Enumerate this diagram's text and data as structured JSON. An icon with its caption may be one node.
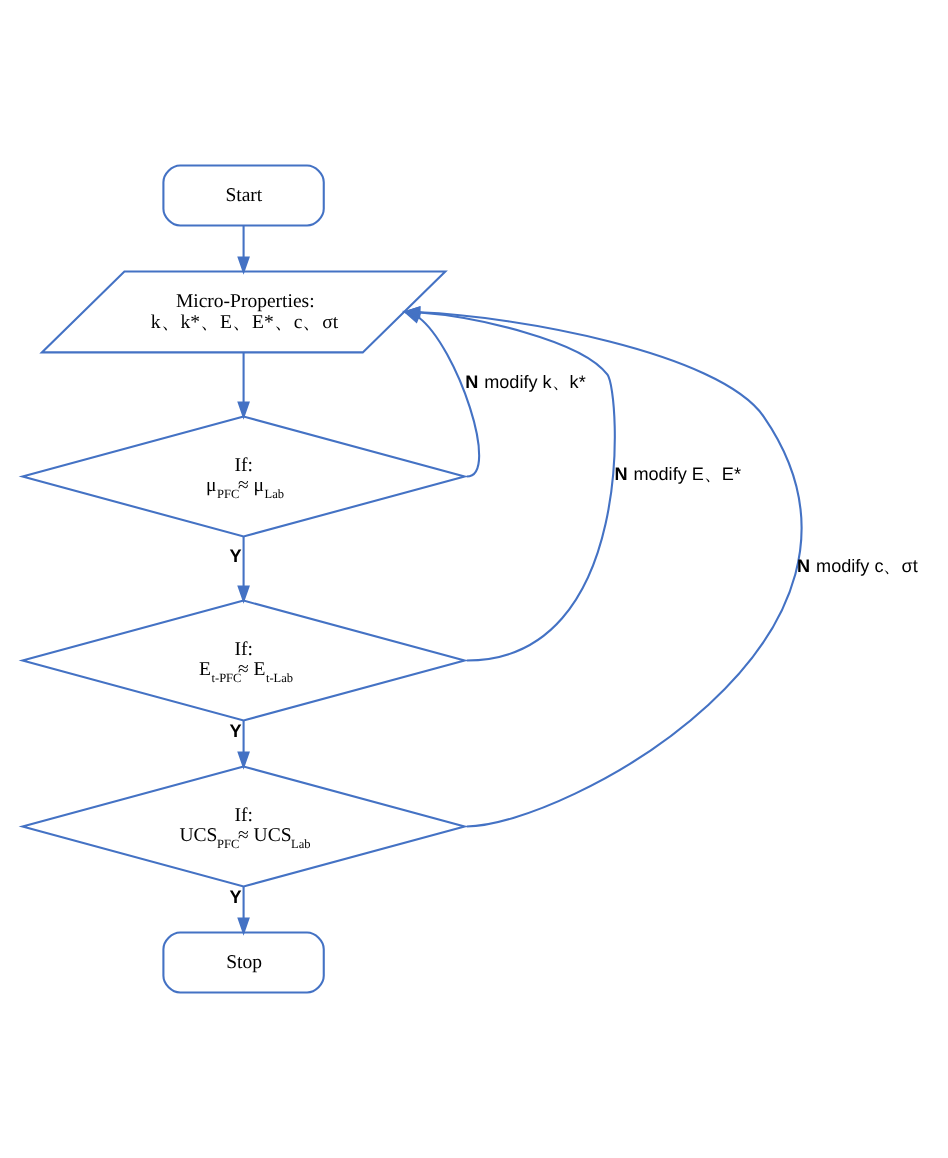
{
  "diagram": {
    "nodes": [
      {
        "text": [
          "Start"
        ]
      },
      {
        "text": [
          "Micro-Properties:",
          "k、k*、E、E*、c、σt"
        ]
      },
      {
        "text": [
          "If:",
          "μ$_{PFC}$≈ μ$_{Lab}$"
        ]
      },
      {
        "text": [
          "If:",
          "E$_{t-PFC}$≈ E$_{t-Lab}$"
        ]
      },
      {
        "text": [
          "If:",
          "UCS$_{PFC}$≈ UCS$_{Lab}$"
        ]
      },
      {
        "text": [
          "Stop"
        ]
      }
    ],
    "edges": [
      {
        "from": 0,
        "to": 1,
        "arrow": "to"
      },
      {
        "from": 1,
        "to": 2,
        "arrow": "to"
      },
      {
        "from": 2,
        "to": 3,
        "arrow": "to",
        "label": "**Y**"
      },
      {
        "from": 3,
        "to": 4,
        "arrow": "to",
        "label": "**Y**"
      },
      {
        "from": 4,
        "to": 5,
        "arrow": "to",
        "label": "**Y**"
      },
      {
        "from": 2,
        "to": 1,
        "arrow": "to",
        "label": "**N**  modify k、k*"
      },
      {
        "from": 3,
        "to": 1,
        "arrow": "to",
        "label": "**N**  modify E、E*"
      },
      {
        "from": 4,
        "to": 1,
        "arrow": "to",
        "label": "**N**  modify c、σt"
      }
    ]
  }
}
